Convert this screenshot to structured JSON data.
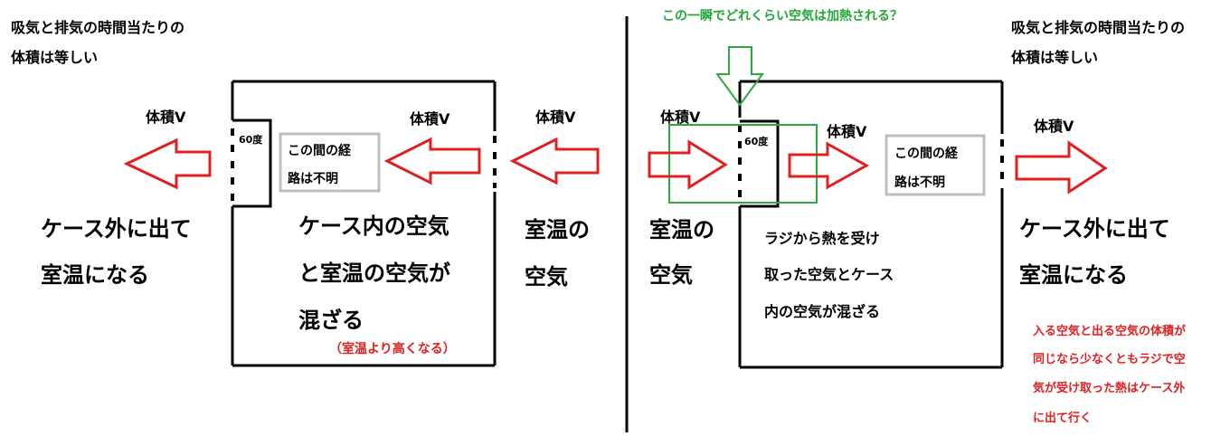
{
  "colors": {
    "black": "#000000",
    "red_arrow": "#e02020",
    "green_frame": "#2eaa3c",
    "gray_box": "#bdbdbd",
    "red_text": "#e02020",
    "green_text": "#22a83a"
  },
  "left": {
    "note_line1": "吸気と排気の時間当たりの",
    "note_line2": "体積は等しい",
    "volume_out": "体積V",
    "volume_in_case": "体積V",
    "volume_in": "体積V",
    "angle": "60度",
    "path_line1": "この間の経",
    "path_line2": "路は不明",
    "outside_line1": "ケース外に出て",
    "outside_line2": "室温になる",
    "mix_line1": "ケース内の空気",
    "mix_line2": "と室温の空気が",
    "mix_line3": "混ざる",
    "mix_note": "（室温より高くなる）",
    "room_line1": "室温の",
    "room_line2": "空気"
  },
  "right": {
    "question": "この一瞬でどれくらい空気は加熱される？",
    "note_line1": "吸気と排気の時間当たりの",
    "note_line2": "体積は等しい",
    "volume_in": "体積V",
    "volume_in_case": "体積V",
    "volume_out": "体積V",
    "angle": "60度",
    "path_line1": "この間の経",
    "path_line2": "路は不明",
    "room_line1": "室温の",
    "room_line2": "空気",
    "mix_line1": "ラジから熱を受け",
    "mix_line2": "取った空気とケース",
    "mix_line3": "内の空気が混ざる",
    "outside_line1": "ケース外に出て",
    "outside_line2": "室温になる",
    "conclusion_line1": "入る空気と出る空気の体積が",
    "conclusion_line2": "同じなら少なくともラジで空",
    "conclusion_line3": "気が受け取った熱はケース外",
    "conclusion_line4": "に出て行く"
  }
}
